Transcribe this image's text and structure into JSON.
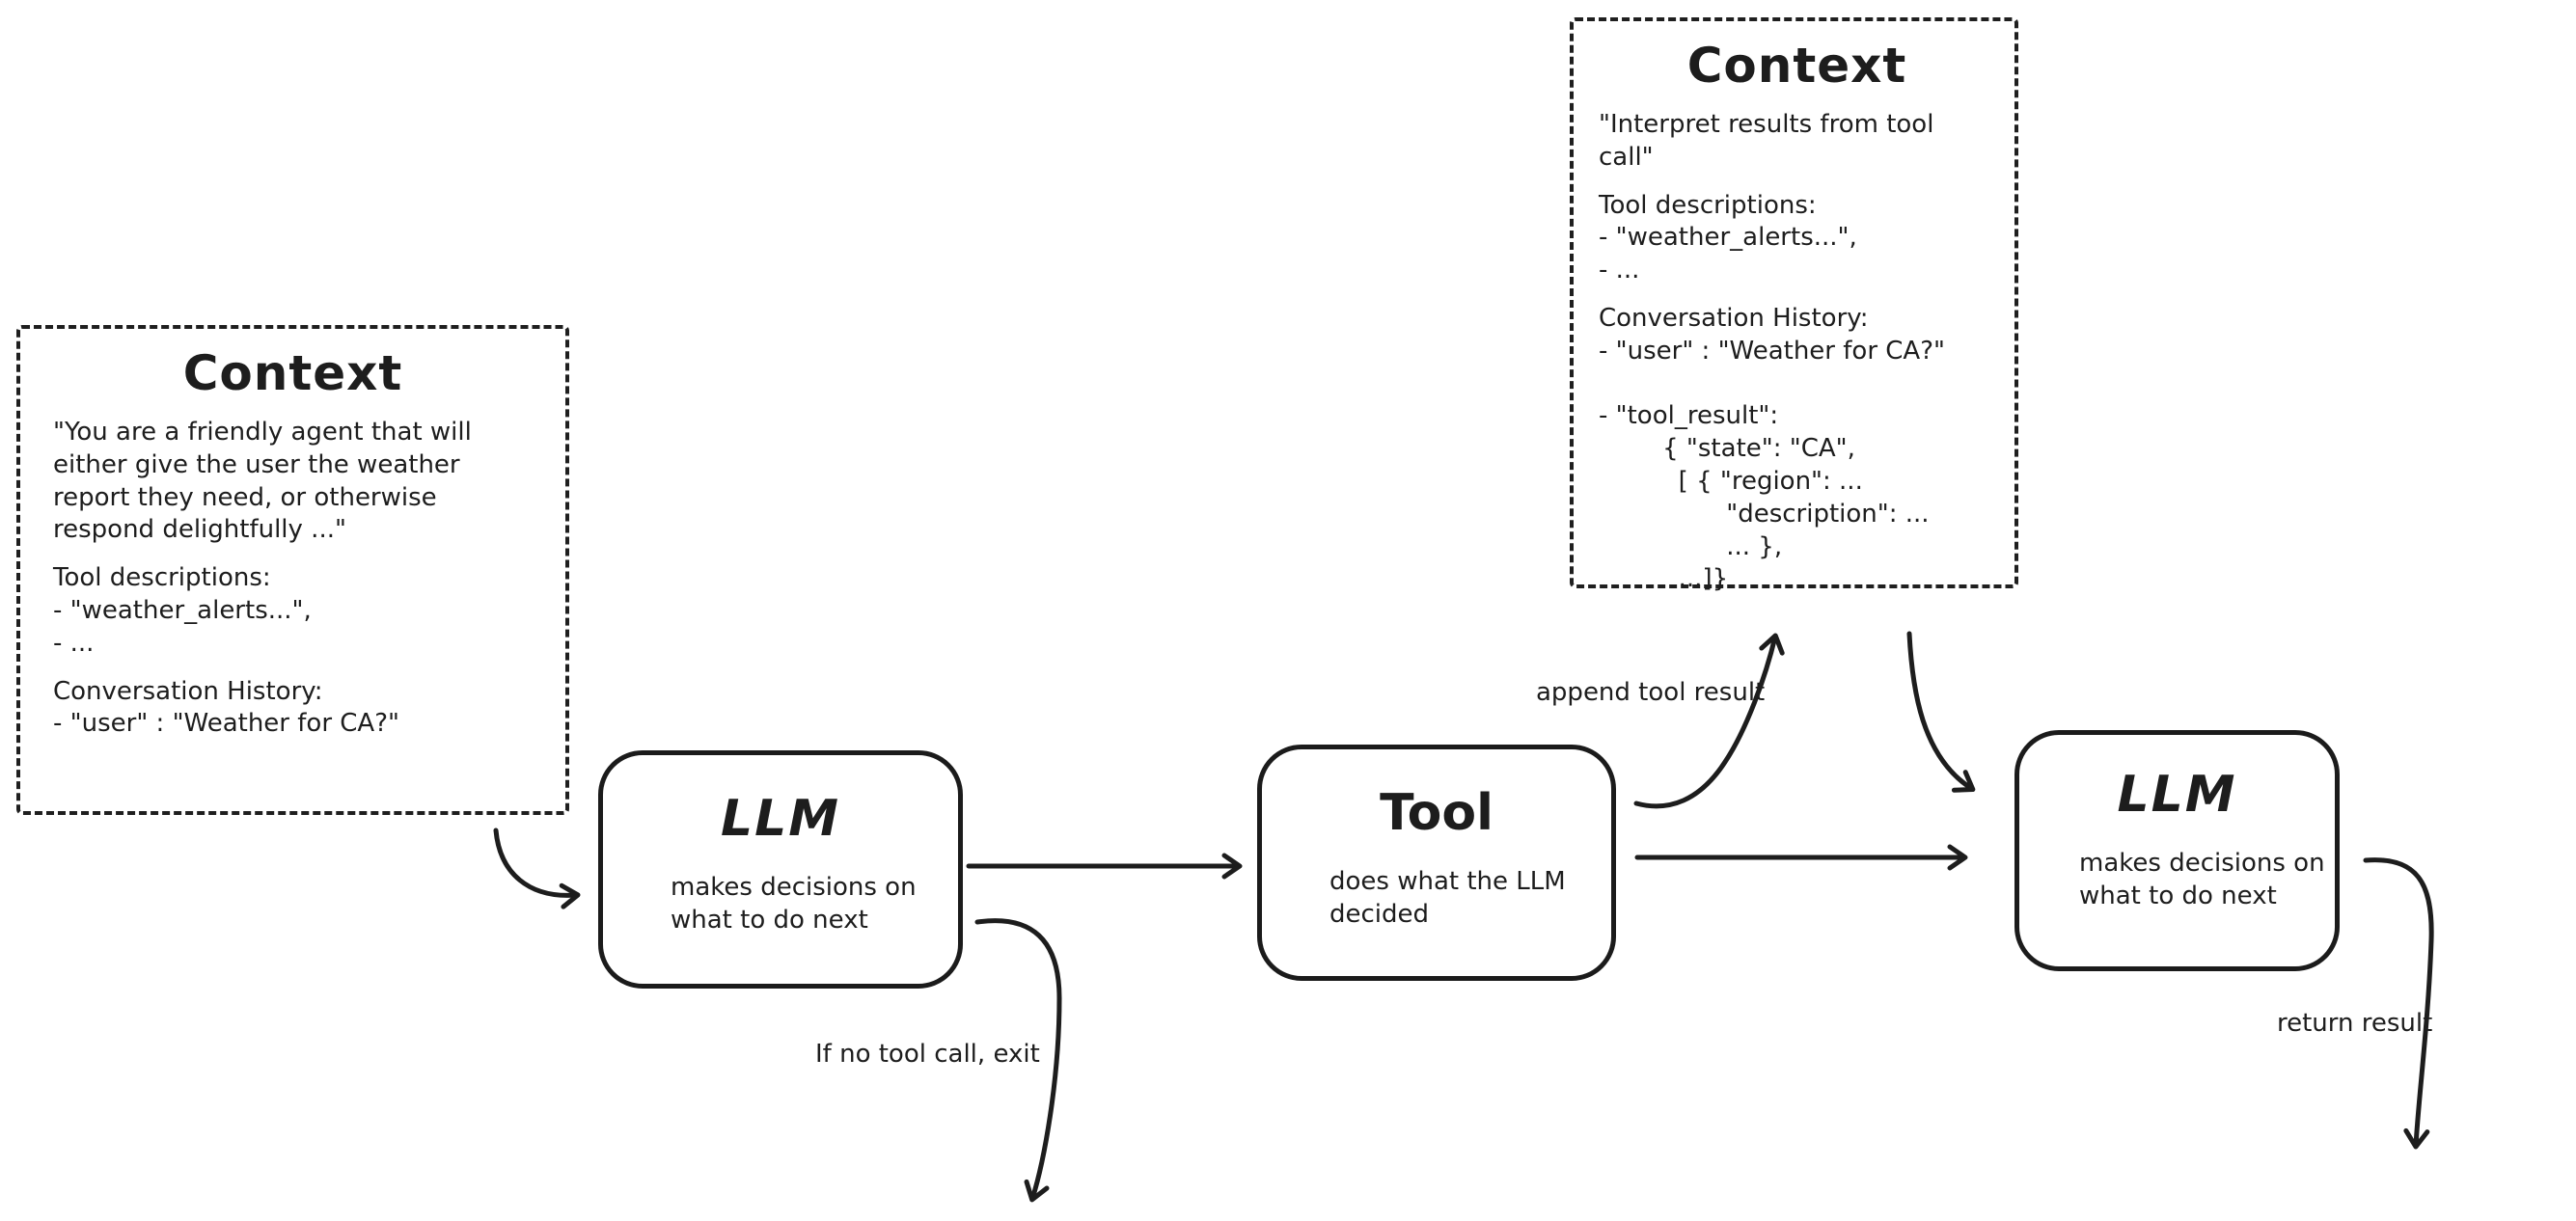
{
  "colors": {
    "ink": "#1d1d1d",
    "background": "#ffffff"
  },
  "context_left": {
    "title": "Context",
    "system_prompt": "\"You are a friendly agent that will\neither give the user the weather\nreport they need, or otherwise\nrespond delightfully ...\"",
    "tool_descriptions": "Tool descriptions:\n- \"weather_alerts...\",\n- ...",
    "conversation_history": "Conversation History:\n- \"user\" : \"Weather for CA?\""
  },
  "context_right": {
    "title": "Context",
    "instruction": "\"Interpret results from tool call\"",
    "tool_descriptions": "Tool descriptions:\n- \"weather_alerts...\",\n- ...",
    "conversation_history": "Conversation History:\n- \"user\" : \"Weather for CA?\"\n\n- \"tool_result\":\n        { \"state\": \"CA\",\n          [ { \"region\": ...\n                \"description\": ...\n                ... },\n          ...]}"
  },
  "nodes": {
    "llm1": {
      "title": "LLM",
      "subtitle": "makes decisions on\nwhat to do next"
    },
    "tool": {
      "title": "Tool",
      "subtitle": "does what the LLM\ndecided"
    },
    "llm2": {
      "title": "LLM",
      "subtitle": "makes decisions on\nwhat to do next"
    }
  },
  "labels": {
    "append_tool_result": "append tool result",
    "no_tool_exit": "If no tool call, exit",
    "return_result": "return result"
  }
}
